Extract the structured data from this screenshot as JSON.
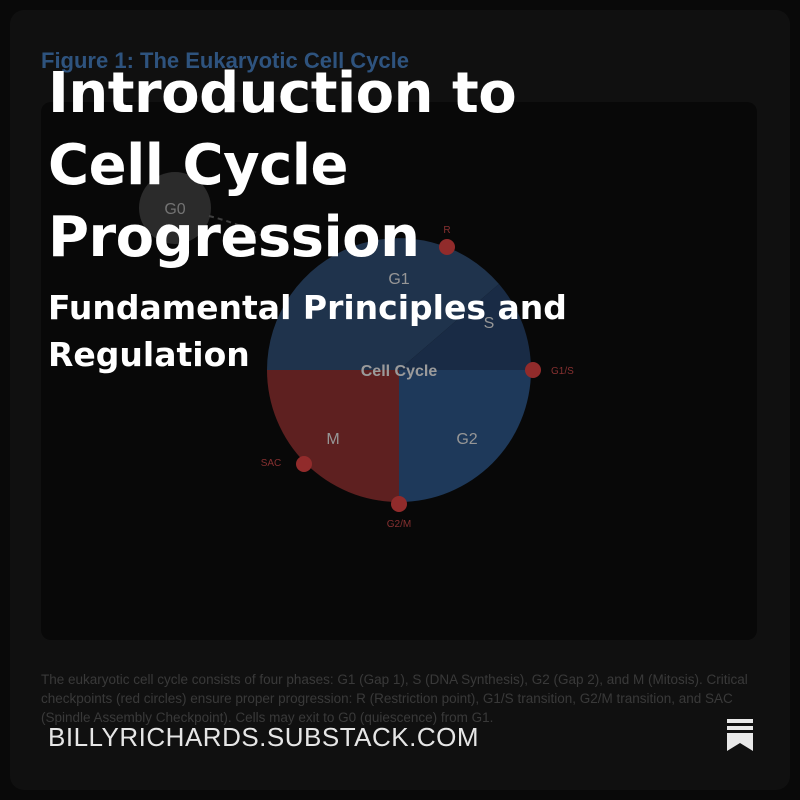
{
  "figure": {
    "title": "Figure 1: The Eukaryotic Cell Cycle",
    "center_label": "Cell Cycle",
    "phases": [
      {
        "id": "G1",
        "label": "G1",
        "color": "#2a4466"
      },
      {
        "id": "S",
        "label": "S",
        "color": "#223a5c"
      },
      {
        "id": "G2",
        "label": "G2",
        "color": "#284c78"
      },
      {
        "id": "M",
        "label": "M",
        "color": "#7e2b2b"
      }
    ],
    "g0_label": "G0",
    "checkpoints": [
      {
        "id": "R",
        "label": "R"
      },
      {
        "id": "G1S",
        "label": "G1/S"
      },
      {
        "id": "G2M",
        "label": "G2/M"
      },
      {
        "id": "SAC",
        "label": "SAC"
      }
    ],
    "checkpoint_color": "#c23a3a",
    "caption": "The eukaryotic cell cycle consists of four phases: G1 (Gap 1), S (DNA Synthesis), G2 (Gap 2), and M (Mitosis). Critical checkpoints (red circles) ensure proper progression: R (Restriction point), G1/S transition, G2/M transition, and SAC (Spindle Assembly Checkpoint). Cells may exit to G0 (quiescence) from G1."
  },
  "post": {
    "title_lines": [
      "Introduction to",
      "Cell Cycle",
      "Progression"
    ],
    "subtitle": "Fundamental Principles and Regulation",
    "domain": "BILLYRICHARDS.SUBSTACK.COM"
  },
  "icons": {
    "bookmark": "bookmark-icon"
  }
}
